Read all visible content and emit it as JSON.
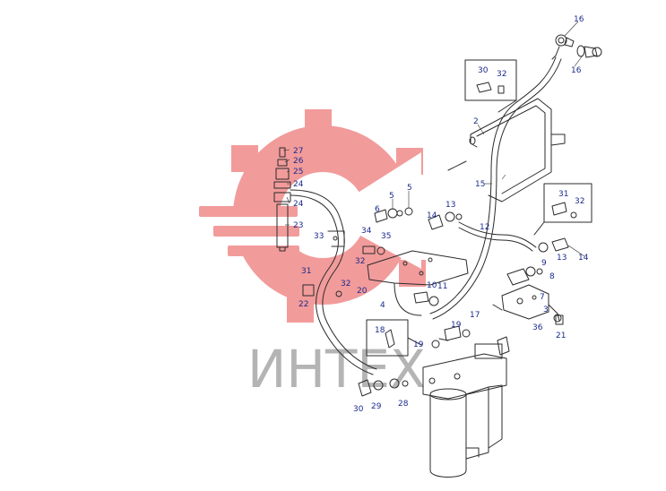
{
  "watermark": {
    "text": "ИНТЕХ",
    "gear_color": "#f08a8a",
    "text_color": "#b4b4b4"
  },
  "colors": {
    "line": "#2b2b2b",
    "label": "#1a2a8c"
  },
  "labels": [
    {
      "id": "l16a",
      "text": "16"
    },
    {
      "id": "l16b",
      "text": "16"
    },
    {
      "id": "l30a",
      "text": "30"
    },
    {
      "id": "l32a",
      "text": "32"
    },
    {
      "id": "l2",
      "text": "2"
    },
    {
      "id": "l15",
      "text": "15"
    },
    {
      "id": "l27",
      "text": "27"
    },
    {
      "id": "l26",
      "text": "26"
    },
    {
      "id": "l25",
      "text": "25"
    },
    {
      "id": "l24a",
      "text": "24"
    },
    {
      "id": "l24b",
      "text": "24"
    },
    {
      "id": "l23",
      "text": "23"
    },
    {
      "id": "l5a",
      "text": "5"
    },
    {
      "id": "l5b",
      "text": "5"
    },
    {
      "id": "l6",
      "text": "6"
    },
    {
      "id": "l14a",
      "text": "14"
    },
    {
      "id": "l13a",
      "text": "13"
    },
    {
      "id": "l12",
      "text": "12"
    },
    {
      "id": "l31a",
      "text": "31"
    },
    {
      "id": "l32b",
      "text": "32"
    },
    {
      "id": "l33",
      "text": "33"
    },
    {
      "id": "l34",
      "text": "34"
    },
    {
      "id": "l35",
      "text": "35"
    },
    {
      "id": "l32c",
      "text": "32"
    },
    {
      "id": "l14b",
      "text": "14"
    },
    {
      "id": "l13b",
      "text": "13"
    },
    {
      "id": "l9",
      "text": "9"
    },
    {
      "id": "l8",
      "text": "8"
    },
    {
      "id": "l31b",
      "text": "31"
    },
    {
      "id": "l32d",
      "text": "32"
    },
    {
      "id": "l20",
      "text": "20"
    },
    {
      "id": "l10",
      "text": "10"
    },
    {
      "id": "l11",
      "text": "11"
    },
    {
      "id": "l22",
      "text": "22"
    },
    {
      "id": "l4",
      "text": "4"
    },
    {
      "id": "l7",
      "text": "7"
    },
    {
      "id": "l3",
      "text": "3"
    },
    {
      "id": "l36",
      "text": "36"
    },
    {
      "id": "l21",
      "text": "21"
    },
    {
      "id": "l17",
      "text": "17"
    },
    {
      "id": "l18",
      "text": "18"
    },
    {
      "id": "l19a",
      "text": "19"
    },
    {
      "id": "l19b",
      "text": "19"
    },
    {
      "id": "l30b",
      "text": "30"
    },
    {
      "id": "l29",
      "text": "29"
    },
    {
      "id": "l28",
      "text": "28"
    }
  ]
}
